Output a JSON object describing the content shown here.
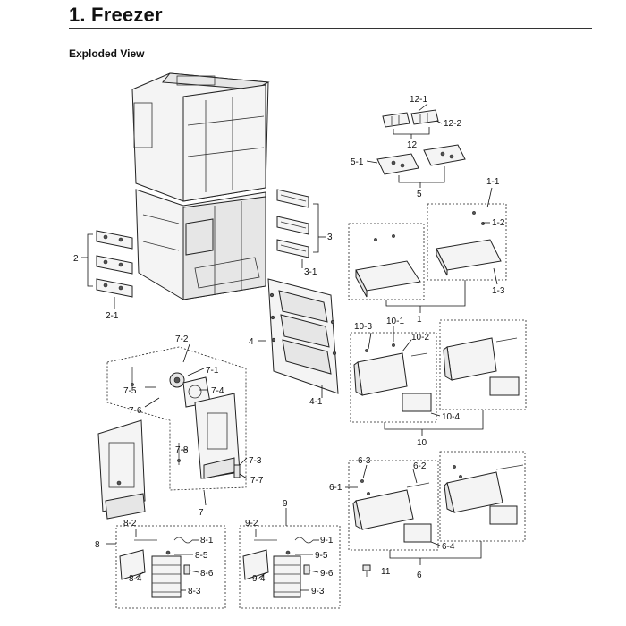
{
  "header": {
    "title": "1. Freezer",
    "subtitle": "Exploded View"
  },
  "callouts": {
    "c1": "1",
    "c1_1": "1-1",
    "c1_2": "1-2",
    "c1_3": "1-3",
    "c2": "2",
    "c2_1": "2-1",
    "c3": "3",
    "c3_1": "3-1",
    "c4": "4",
    "c4_1": "4-1",
    "c5": "5",
    "c5_1": "5-1",
    "c6": "6",
    "c6_1": "6-1",
    "c6_2": "6-2",
    "c6_3": "6-3",
    "c6_4": "6-4",
    "c7": "7",
    "c7_1": "7-1",
    "c7_2": "7-2",
    "c7_3": "7-3",
    "c7_4": "7-4",
    "c7_5": "7-5",
    "c7_6": "7-6",
    "c7_7": "7-7",
    "c7_8": "7-8",
    "c8": "8",
    "c8_1": "8-1",
    "c8_2": "8-2",
    "c8_3": "8-3",
    "c8_4": "8-4",
    "c8_5": "8-5",
    "c8_6": "8-6",
    "c9": "9",
    "c9_1": "9-1",
    "c9_2": "9-2",
    "c9_3": "9-3",
    "c9_4": "9-4",
    "c9_5": "9-5",
    "c9_6": "9-6",
    "c10": "10",
    "c10_1": "10-1",
    "c10_2": "10-2",
    "c10_3": "10-3",
    "c10_4": "10-4",
    "c11": "11",
    "c12": "12",
    "c12_1": "12-1",
    "c12_2": "12-2"
  }
}
